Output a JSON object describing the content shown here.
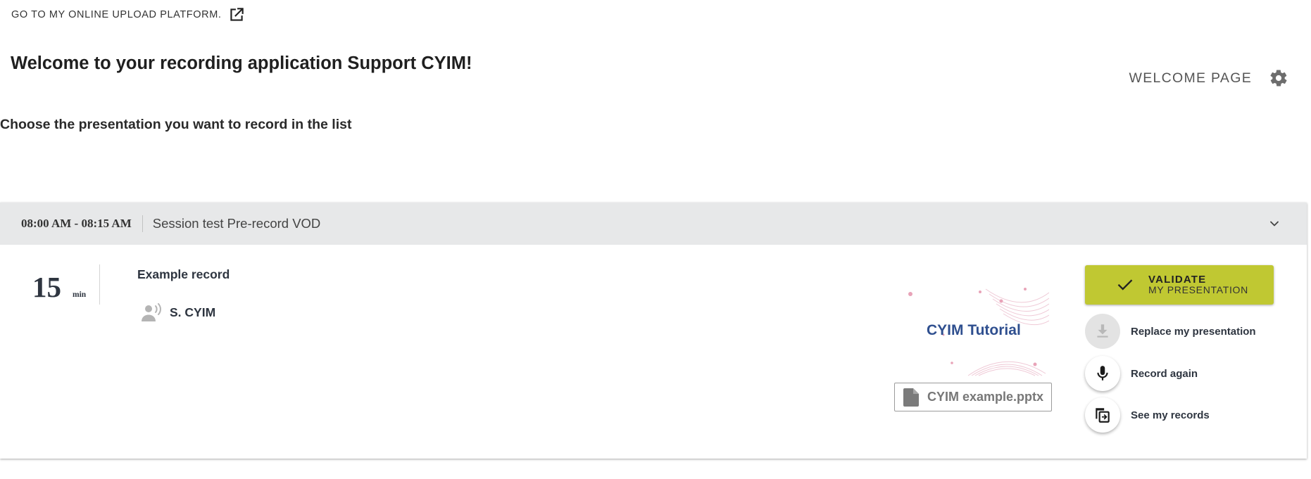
{
  "header": {
    "upload_link": "GO TO MY ONLINE UPLOAD PLATFORM.",
    "title": "Welcome to your recording application Support CYIM!",
    "welcome_page": "WELCOME PAGE"
  },
  "instruction": "Choose the presentation you want to record in the list",
  "session": {
    "time": "08:00 AM - 08:15 AM",
    "title": "Session test Pre-record VOD",
    "presentation": {
      "duration_value": "15",
      "duration_unit": "min",
      "title": "Example record",
      "speaker": "S. CYIM",
      "thumbnail_title": "CYIM Tutorial",
      "file_name": "CYIM example.pptx"
    }
  },
  "actions": {
    "validate_line1": "VALIDATE",
    "validate_line2": "MY PRESENTATION",
    "replace": "Replace my presentation",
    "record_again": "Record again",
    "see_records": "See my records"
  },
  "colors": {
    "validate_bg": "#c0c832",
    "session_header_bg": "#e7e8e9",
    "thumbnail_title": "#2f4f8f"
  },
  "icons": {
    "upload_link": "external-link-icon",
    "settings": "gear-icon",
    "collapse": "chevron-down-icon",
    "speaker": "speaker-icon",
    "file": "file-icon",
    "validate": "check-icon",
    "replace": "download-icon",
    "record": "microphone-icon",
    "records": "copy-icon"
  }
}
